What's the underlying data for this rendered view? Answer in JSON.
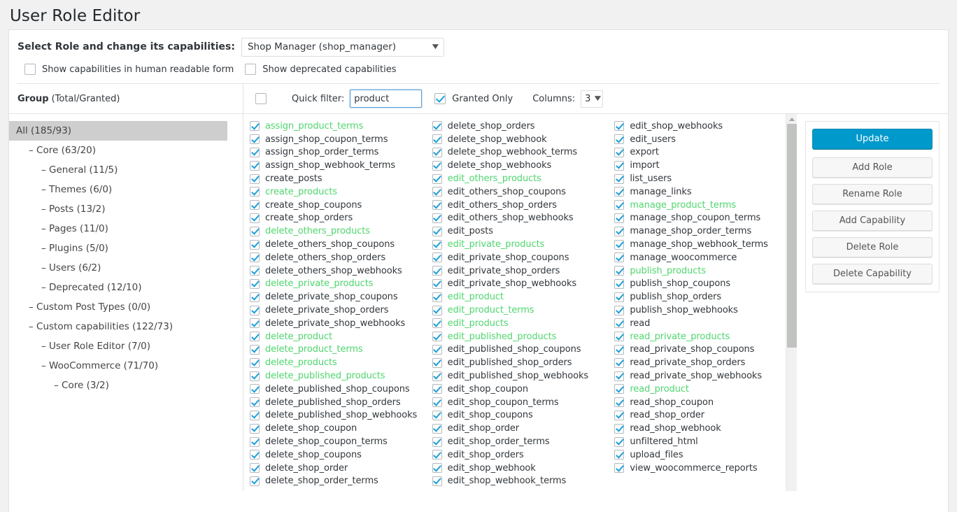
{
  "page": {
    "title": "User Role Editor"
  },
  "role_section": {
    "label": "Select Role and change its capabilities:",
    "selected_role": "Shop Manager (shop_manager)",
    "caret_icon": "chevron-down-icon",
    "options": [
      {
        "label": "Show capabilities in human readable form",
        "checked": false
      },
      {
        "label": "Show deprecated capabilities",
        "checked": false
      }
    ]
  },
  "toolbar": {
    "group_header_bold": "Group",
    "group_header_rest": "(Total/Granted)",
    "select_all_checked": false,
    "quick_filter_label": "Quick filter:",
    "quick_filter_value": "product",
    "quick_filter_placeholder": "",
    "granted_only_label": "Granted Only",
    "granted_only_checked": true,
    "columns_label": "Columns:",
    "columns_value": "3",
    "caret_icon": "chevron-down-icon"
  },
  "tree": {
    "items": [
      {
        "label": "All (185/93)",
        "indent": 0,
        "selected": true,
        "dash": false
      },
      {
        "label": "Core (63/20)",
        "indent": 1,
        "selected": false,
        "dash": true
      },
      {
        "label": "General (11/5)",
        "indent": 2,
        "selected": false,
        "dash": true
      },
      {
        "label": "Themes (6/0)",
        "indent": 2,
        "selected": false,
        "dash": true
      },
      {
        "label": "Posts (13/2)",
        "indent": 2,
        "selected": false,
        "dash": true
      },
      {
        "label": "Pages (11/0)",
        "indent": 2,
        "selected": false,
        "dash": true
      },
      {
        "label": "Plugins (5/0)",
        "indent": 2,
        "selected": false,
        "dash": true
      },
      {
        "label": "Users (6/2)",
        "indent": 2,
        "selected": false,
        "dash": true
      },
      {
        "label": "Deprecated (12/10)",
        "indent": 2,
        "selected": false,
        "dash": true
      },
      {
        "label": "Custom Post Types (0/0)",
        "indent": 1,
        "selected": false,
        "dash": true
      },
      {
        "label": "Custom capabilities (122/73)",
        "indent": 1,
        "selected": false,
        "dash": true
      },
      {
        "label": "User Role Editor (7/0)",
        "indent": 2,
        "selected": false,
        "dash": true
      },
      {
        "label": "WooCommerce (71/70)",
        "indent": 2,
        "selected": false,
        "dash": true
      },
      {
        "label": "Core (3/2)",
        "indent": 3,
        "selected": false,
        "dash": true
      }
    ]
  },
  "capabilities": {
    "columns": [
      [
        {
          "name": "assign_product_terms",
          "checked": true,
          "match": true
        },
        {
          "name": "assign_shop_coupon_terms",
          "checked": true,
          "match": false
        },
        {
          "name": "assign_shop_order_terms",
          "checked": true,
          "match": false
        },
        {
          "name": "assign_shop_webhook_terms",
          "checked": true,
          "match": false
        },
        {
          "name": "create_posts",
          "checked": true,
          "match": false
        },
        {
          "name": "create_products",
          "checked": true,
          "match": true
        },
        {
          "name": "create_shop_coupons",
          "checked": true,
          "match": false
        },
        {
          "name": "create_shop_orders",
          "checked": true,
          "match": false
        },
        {
          "name": "delete_others_products",
          "checked": true,
          "match": true
        },
        {
          "name": "delete_others_shop_coupons",
          "checked": true,
          "match": false
        },
        {
          "name": "delete_others_shop_orders",
          "checked": true,
          "match": false
        },
        {
          "name": "delete_others_shop_webhooks",
          "checked": true,
          "match": false
        },
        {
          "name": "delete_private_products",
          "checked": true,
          "match": true
        },
        {
          "name": "delete_private_shop_coupons",
          "checked": true,
          "match": false
        },
        {
          "name": "delete_private_shop_orders",
          "checked": true,
          "match": false
        },
        {
          "name": "delete_private_shop_webhooks",
          "checked": true,
          "match": false
        },
        {
          "name": "delete_product",
          "checked": true,
          "match": true
        },
        {
          "name": "delete_product_terms",
          "checked": true,
          "match": true
        },
        {
          "name": "delete_products",
          "checked": true,
          "match": true
        },
        {
          "name": "delete_published_products",
          "checked": true,
          "match": true
        },
        {
          "name": "delete_published_shop_coupons",
          "checked": true,
          "match": false
        },
        {
          "name": "delete_published_shop_orders",
          "checked": true,
          "match": false
        },
        {
          "name": "delete_published_shop_webhooks",
          "checked": true,
          "match": false
        },
        {
          "name": "delete_shop_coupon",
          "checked": true,
          "match": false
        },
        {
          "name": "delete_shop_coupon_terms",
          "checked": true,
          "match": false
        },
        {
          "name": "delete_shop_coupons",
          "checked": true,
          "match": false
        },
        {
          "name": "delete_shop_order",
          "checked": true,
          "match": false
        },
        {
          "name": "delete_shop_order_terms",
          "checked": true,
          "match": false
        }
      ],
      [
        {
          "name": "delete_shop_orders",
          "checked": true,
          "match": false
        },
        {
          "name": "delete_shop_webhook",
          "checked": true,
          "match": false
        },
        {
          "name": "delete_shop_webhook_terms",
          "checked": true,
          "match": false
        },
        {
          "name": "delete_shop_webhooks",
          "checked": true,
          "match": false
        },
        {
          "name": "edit_others_products",
          "checked": true,
          "match": true
        },
        {
          "name": "edit_others_shop_coupons",
          "checked": true,
          "match": false
        },
        {
          "name": "edit_others_shop_orders",
          "checked": true,
          "match": false
        },
        {
          "name": "edit_others_shop_webhooks",
          "checked": true,
          "match": false
        },
        {
          "name": "edit_posts",
          "checked": true,
          "match": false
        },
        {
          "name": "edit_private_products",
          "checked": true,
          "match": true
        },
        {
          "name": "edit_private_shop_coupons",
          "checked": true,
          "match": false
        },
        {
          "name": "edit_private_shop_orders",
          "checked": true,
          "match": false
        },
        {
          "name": "edit_private_shop_webhooks",
          "checked": true,
          "match": false
        },
        {
          "name": "edit_product",
          "checked": true,
          "match": true
        },
        {
          "name": "edit_product_terms",
          "checked": true,
          "match": true
        },
        {
          "name": "edit_products",
          "checked": true,
          "match": true
        },
        {
          "name": "edit_published_products",
          "checked": true,
          "match": true
        },
        {
          "name": "edit_published_shop_coupons",
          "checked": true,
          "match": false
        },
        {
          "name": "edit_published_shop_orders",
          "checked": true,
          "match": false
        },
        {
          "name": "edit_published_shop_webhooks",
          "checked": true,
          "match": false
        },
        {
          "name": "edit_shop_coupon",
          "checked": true,
          "match": false
        },
        {
          "name": "edit_shop_coupon_terms",
          "checked": true,
          "match": false
        },
        {
          "name": "edit_shop_coupons",
          "checked": true,
          "match": false
        },
        {
          "name": "edit_shop_order",
          "checked": true,
          "match": false
        },
        {
          "name": "edit_shop_order_terms",
          "checked": true,
          "match": false
        },
        {
          "name": "edit_shop_orders",
          "checked": true,
          "match": false
        },
        {
          "name": "edit_shop_webhook",
          "checked": true,
          "match": false
        },
        {
          "name": "edit_shop_webhook_terms",
          "checked": true,
          "match": false
        }
      ],
      [
        {
          "name": "edit_shop_webhooks",
          "checked": true,
          "match": false
        },
        {
          "name": "edit_users",
          "checked": true,
          "match": false
        },
        {
          "name": "export",
          "checked": true,
          "match": false
        },
        {
          "name": "import",
          "checked": true,
          "match": false
        },
        {
          "name": "list_users",
          "checked": true,
          "match": false
        },
        {
          "name": "manage_links",
          "checked": true,
          "match": false
        },
        {
          "name": "manage_product_terms",
          "checked": true,
          "match": true
        },
        {
          "name": "manage_shop_coupon_terms",
          "checked": true,
          "match": false
        },
        {
          "name": "manage_shop_order_terms",
          "checked": true,
          "match": false
        },
        {
          "name": "manage_shop_webhook_terms",
          "checked": true,
          "match": false
        },
        {
          "name": "manage_woocommerce",
          "checked": true,
          "match": false
        },
        {
          "name": "publish_products",
          "checked": true,
          "match": true
        },
        {
          "name": "publish_shop_coupons",
          "checked": true,
          "match": false
        },
        {
          "name": "publish_shop_orders",
          "checked": true,
          "match": false
        },
        {
          "name": "publish_shop_webhooks",
          "checked": true,
          "match": false
        },
        {
          "name": "read",
          "checked": true,
          "match": false
        },
        {
          "name": "read_private_products",
          "checked": true,
          "match": true
        },
        {
          "name": "read_private_shop_coupons",
          "checked": true,
          "match": false
        },
        {
          "name": "read_private_shop_orders",
          "checked": true,
          "match": false
        },
        {
          "name": "read_private_shop_webhooks",
          "checked": true,
          "match": false
        },
        {
          "name": "read_product",
          "checked": true,
          "match": true
        },
        {
          "name": "read_shop_coupon",
          "checked": true,
          "match": false
        },
        {
          "name": "read_shop_order",
          "checked": true,
          "match": false
        },
        {
          "name": "read_shop_webhook",
          "checked": true,
          "match": false
        },
        {
          "name": "unfiltered_html",
          "checked": true,
          "match": false
        },
        {
          "name": "upload_files",
          "checked": true,
          "match": false
        },
        {
          "name": "view_woocommerce_reports",
          "checked": true,
          "match": false
        }
      ]
    ],
    "scrollbar_up_icon": "scroll-up-arrow-icon"
  },
  "actions": {
    "primary": {
      "label": "Update"
    },
    "secondary": [
      {
        "label": "Add Role"
      },
      {
        "label": "Rename Role"
      },
      {
        "label": "Add Capability"
      },
      {
        "label": "Delete Role"
      },
      {
        "label": "Delete Capability"
      }
    ]
  },
  "colors": {
    "accent": "#0099cc",
    "match_highlight": "#4fd66e",
    "checkbox_check": "#1e9fd8",
    "page_bg": "#f1f1f1",
    "tree_selected_bg": "#cecece"
  }
}
